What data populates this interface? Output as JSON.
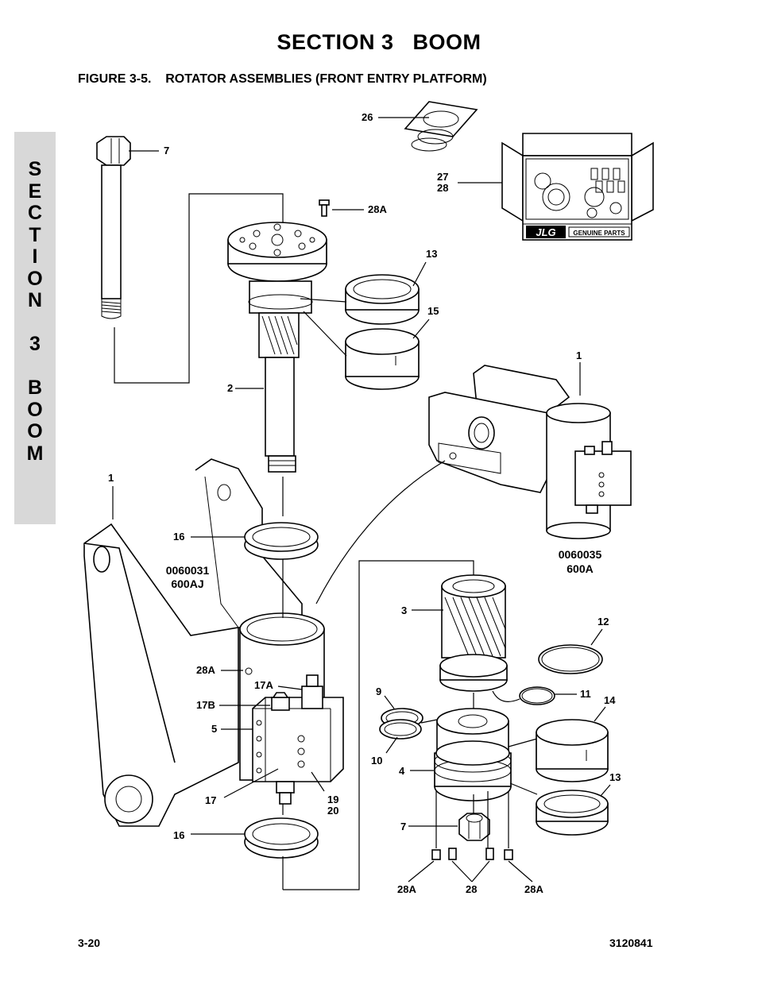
{
  "header": {
    "section_title": "SECTION 3   BOOM",
    "figure_title": "FIGURE 3-5.    ROTATOR ASSEMBLIES (FRONT ENTRY PLATFORM)"
  },
  "side_tab": {
    "text": "S\nE\nC\nT\nI\nO\nN\n\n3\n\nB\nO\nO\nM"
  },
  "callouts": {
    "c26": "26",
    "c7_top": "7",
    "c27": "27",
    "c28_top": "28",
    "c28a_top": "28A",
    "c13_top": "13",
    "c15": "15",
    "c1_right": "1",
    "c2": "2",
    "c1_left": "1",
    "c16_top": "16",
    "c3": "3",
    "c12": "12",
    "c28a_mid": "28A",
    "c17a": "17A",
    "c9": "9",
    "c11": "11",
    "c14": "14",
    "c17b": "17B",
    "c5": "5",
    "c10": "10",
    "c4": "4",
    "c13_bottom": "13",
    "c17": "17",
    "c19": "19",
    "c20": "20",
    "c16_bottom": "16",
    "c7_bottom": "7",
    "c28a_bl": "28A",
    "c28_bottom": "28",
    "c28a_br": "28A"
  },
  "part_numbers": {
    "left_pn": "0060031",
    "left_rev": "600AJ",
    "right_pn": "0060035",
    "right_rev": "600A"
  },
  "kit_box": {
    "brand": "JLG",
    "label": "GENUINE PARTS"
  },
  "footer": {
    "page_number": "3-20",
    "doc_number": "3120841"
  }
}
